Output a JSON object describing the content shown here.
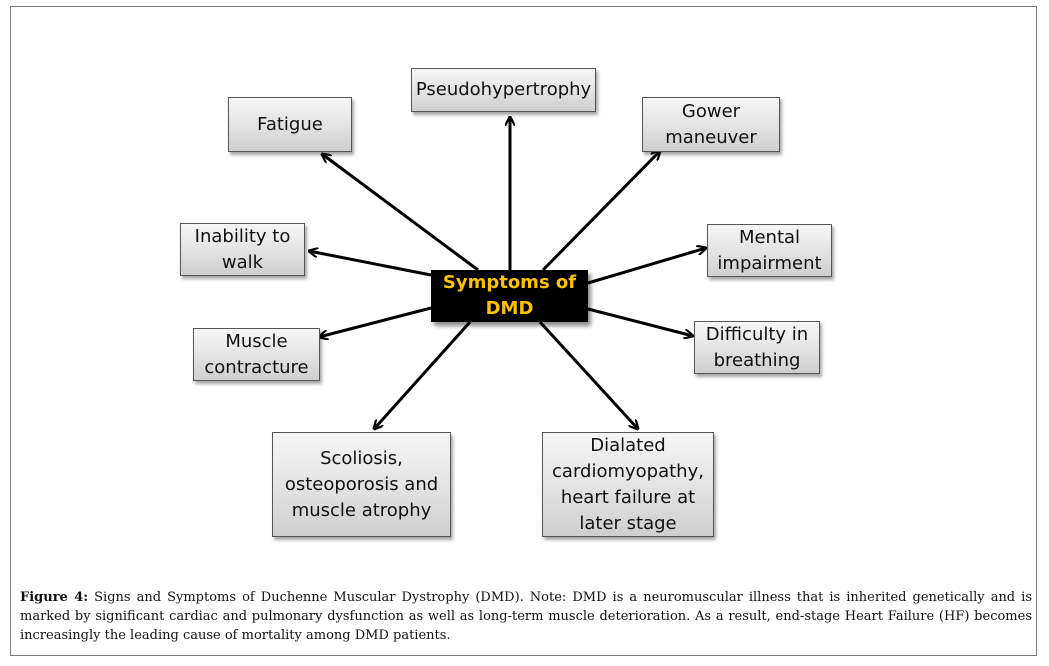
{
  "center": {
    "label": "Symptoms of\nDMD"
  },
  "nodes": [
    {
      "id": "pseudohypertrophy",
      "label": "Pseudohypertrophy"
    },
    {
      "id": "fatigue",
      "label": "Fatigue"
    },
    {
      "id": "gower",
      "label": "Gower\nmaneuver"
    },
    {
      "id": "inability-walk",
      "label": "Inability to\nwalk"
    },
    {
      "id": "mental",
      "label": "Mental\nimpairment"
    },
    {
      "id": "muscle-contracture",
      "label": "Muscle\ncontracture"
    },
    {
      "id": "breathing",
      "label": "Difficulty in\nbreathing"
    },
    {
      "id": "scoliosis",
      "label": "Scoliosis,\nosteoporosis and\nmuscle atrophy"
    },
    {
      "id": "cardiomyopathy",
      "label": "Dialated\ncardiomyopathy,\nheart failure at\nlater stage"
    }
  ],
  "caption": {
    "label": "Figure 4:",
    "text": "Signs and Symptoms of Duchenne Muscular Dystrophy (DMD). Note: DMD is a neuromuscular illness that is inherited genetically and is marked by significant cardiac and pulmonary dysfunction as well as long-term muscle deterioration. As a result, end-stage Heart Failure (HF) becomes increasingly the leading cause of mortality among DMD patients."
  }
}
